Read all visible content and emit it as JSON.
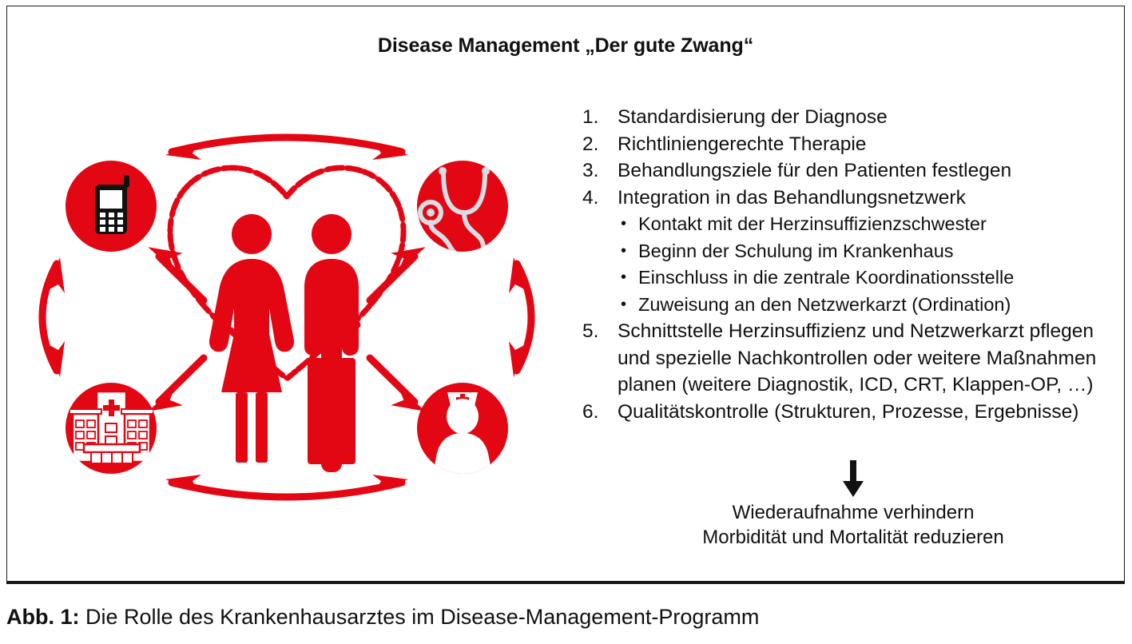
{
  "figure": {
    "title": "Disease Management „Der gute Zwang“",
    "caption_label": "Abb. 1:",
    "caption_text": " Die Rolle des Krankenhausarztes im Disease-Management-Programm"
  },
  "colors": {
    "red": "#E30613",
    "dark_red": "#C8102E",
    "black": "#111111",
    "white": "#FFFFFF",
    "steel": "#B9C4CC"
  },
  "diagram": {
    "center_label": "heart-with-patients",
    "nodes": [
      {
        "id": "mobile",
        "icon": "mobile-phone-icon",
        "position": "top-left"
      },
      {
        "id": "stethoscope",
        "icon": "stethoscope-icon",
        "position": "top-right"
      },
      {
        "id": "hospital",
        "icon": "hospital-building-icon",
        "position": "bottom-left"
      },
      {
        "id": "nurse",
        "icon": "nurse-icon",
        "position": "bottom-right"
      }
    ],
    "connectors": [
      {
        "from": "mobile",
        "to": "stethoscope",
        "style": "double-headed-curved-arrow"
      },
      {
        "from": "mobile",
        "to": "hospital",
        "style": "double-headed-curved-arrow"
      },
      {
        "from": "stethoscope",
        "to": "nurse",
        "style": "double-headed-curved-arrow"
      },
      {
        "from": "hospital",
        "to": "nurse",
        "style": "double-headed-curved-arrow"
      },
      {
        "from": "heart",
        "to": "mobile",
        "style": "diagonal-arrow"
      },
      {
        "from": "heart",
        "to": "stethoscope",
        "style": "diagonal-arrow"
      },
      {
        "from": "heart",
        "to": "hospital",
        "style": "diagonal-arrow"
      },
      {
        "from": "heart",
        "to": "nurse",
        "style": "diagonal-arrow"
      }
    ]
  },
  "steps": [
    {
      "num": "1.",
      "text": "Standardisierung der Diagnose"
    },
    {
      "num": "2.",
      "text": "Richtliniengerechte Therapie"
    },
    {
      "num": "3.",
      "text": "Behandlungsziele für den Patienten festlegen"
    },
    {
      "num": "4.",
      "text": "Integration in das Behandlungsnetzwerk",
      "bullets": [
        "Kontakt mit der Herzinsuffizienzschwester",
        "Beginn der Schulung im Krankenhaus",
        "Einschluss in die zentrale Koordinationsstelle",
        "Zuweisung an den Netzwerkarzt (Ordination)"
      ]
    },
    {
      "num": "5.",
      "text": "Schnittstelle Herzinsuffizienz und Netzwerkarzt pflegen und spezielle Nachkontrollen oder weitere Maßnahmen planen (weitere Diagnostik, ICD, CRT, Klappen-OP, …)"
    },
    {
      "num": "6.",
      "text": "Qualitätskontrolle (Strukturen, Prozesse, Ergebnisse)"
    }
  ],
  "conclusion": {
    "arrow": "down-arrow-icon",
    "line1": "Wiederaufnahme verhindern",
    "line2": "Morbidität und Mortalität reduzieren"
  }
}
